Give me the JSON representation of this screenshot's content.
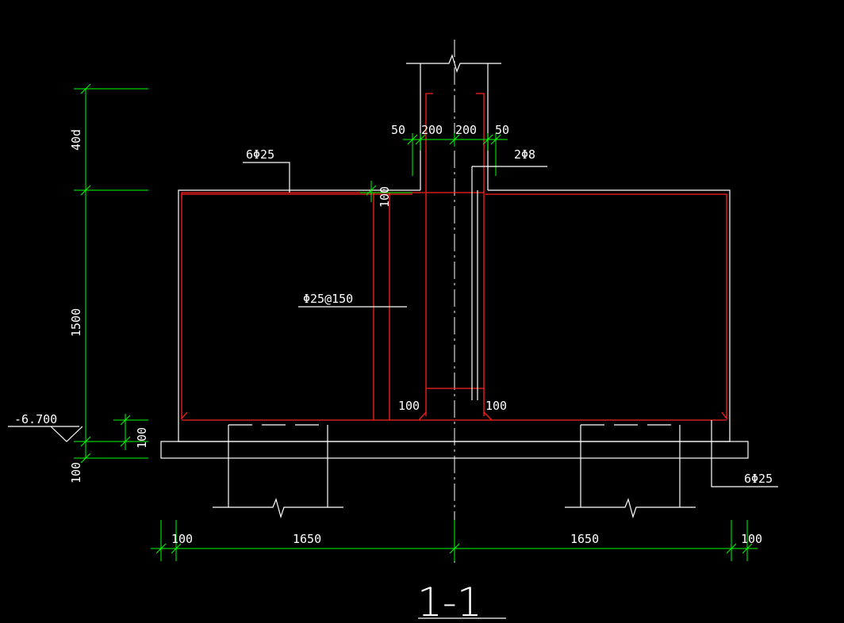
{
  "labels": {
    "top_rebar": "6Φ25",
    "bottom_rebar": "6Φ25",
    "stirrup": "2Φ8",
    "distribution": "Φ25@150",
    "elevation": "-6.700",
    "section": "1-1"
  },
  "dimensions": {
    "left_40d": "40d",
    "left_1500": "1500",
    "left_100_a": "100",
    "left_100_b": "100",
    "top_50_left": "50",
    "top_200_left": "200",
    "top_200_right": "200",
    "top_50_right": "50",
    "cover_100_top": "100",
    "inner_100_left": "100",
    "inner_100_right": "100",
    "bottom_100_left": "100",
    "bottom_1650_left": "1650",
    "bottom_1650_right": "1650",
    "bottom_100_right": "100"
  },
  "colors": {
    "background": "#000000",
    "outline": "#ffffff",
    "rebar": "#ff2020",
    "dimension": "#00ff00"
  }
}
